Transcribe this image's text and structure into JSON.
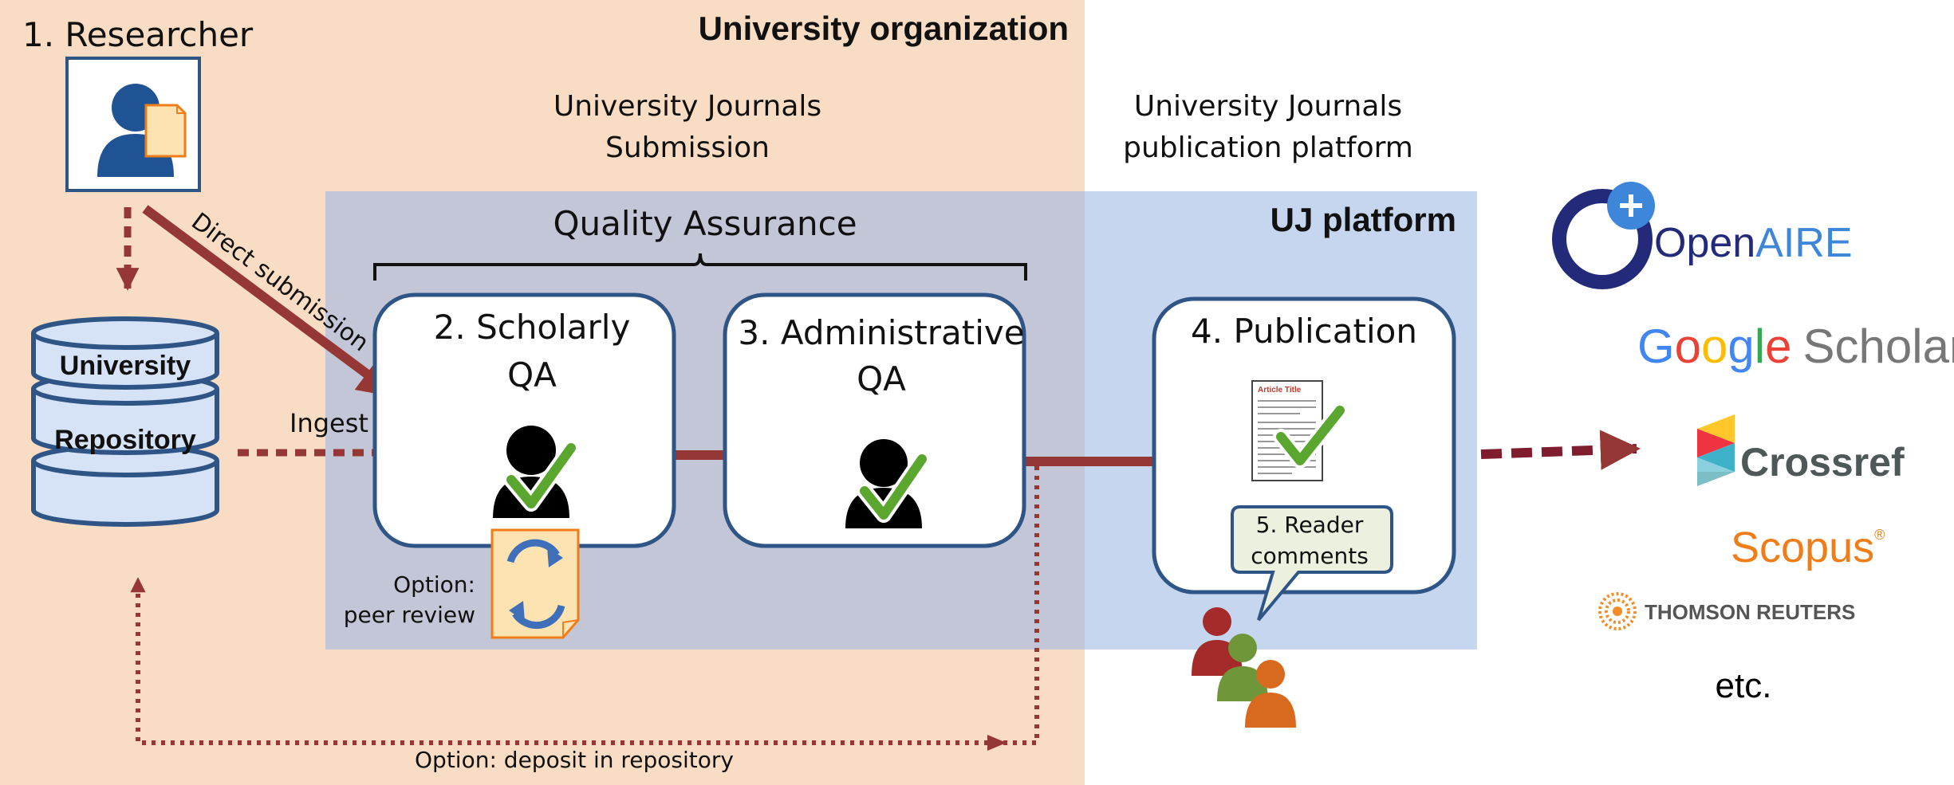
{
  "zones": {
    "university_org": "University organization",
    "uj_platform": "UJ platform"
  },
  "headings": {
    "submission": [
      "University Journals",
      "Submission"
    ],
    "publication_platform": [
      "University Journals",
      "publication platform"
    ],
    "quality_assurance": "Quality Assurance"
  },
  "steps": {
    "researcher": "1. Researcher",
    "scholarly_qa": [
      "2. Scholarly",
      "QA"
    ],
    "administrative_qa": [
      "3. Administrative",
      "QA"
    ],
    "publication": "4. Publication",
    "reader_comments": [
      "5. Reader",
      "comments"
    ]
  },
  "repository": [
    "University",
    "Repository"
  ],
  "edges": {
    "direct_submission": "Direct submission",
    "ingest": "Ingest",
    "deposit_option": "Option: deposit in repository",
    "peer_review_option": [
      "Option:",
      "peer review"
    ]
  },
  "article_thumbnail_title": "Article Title",
  "indexers": {
    "openaire": {
      "prefix": "Open",
      "suffix": "AIRE"
    },
    "google_scholar": {
      "letters": [
        "G",
        "o",
        "o",
        "g",
        "l",
        "e"
      ],
      "rest": "Scholar"
    },
    "crossref": "Crossref",
    "scopus": "Scopus",
    "scopus_mark": "®",
    "thomson_reuters": "THOMSON REUTERS",
    "etc": "etc."
  },
  "colors": {
    "org_zone": "#f9dcc4",
    "qa_zone": "#c3c6d6",
    "platform_zone": "#c5d6ee",
    "arrow": "#953735",
    "box_border": "#2f5587",
    "person_blue": "#1f5393",
    "check_green": "#5aa62e",
    "openaire": "#232a7a",
    "openaire_plus": "#3e86d9",
    "scopus": "#ef7d1a",
    "google_blue": "#4285f4",
    "google_red": "#ea4335",
    "google_yellow": "#fbbc05",
    "google_green": "#34a853",
    "google_grey": "#777777"
  }
}
